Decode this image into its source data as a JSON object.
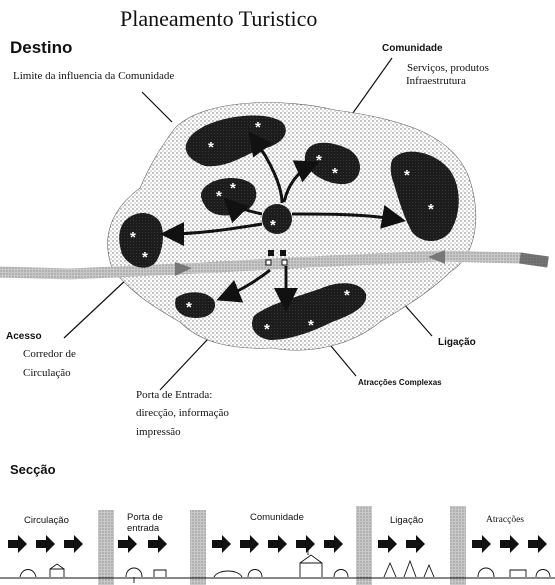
{
  "title": "Planeamento Turistico",
  "labels": {
    "destino": "Destino",
    "limite": "Limite da influencia da Comunidade",
    "comunidade": "Comunidade",
    "servicos": "Serviços, produtos",
    "infraestrutura": "Infraestrutura",
    "acesso": "Acesso",
    "corredor_line1": "Corredor de",
    "corredor_line2": "Circulação",
    "ligacao": "Ligação",
    "atraccoes_complexas": "Atracções Complexas",
    "porta_line1": "Porta de Entrada:",
    "porta_line2": "direcção, informação",
    "porta_line3": "impressão"
  },
  "section": {
    "title": "Secção",
    "zones": {
      "circulacao": "Circulação",
      "porta_line1": "Porta de",
      "porta_line2": "entrada",
      "comunidade": "Comunidade",
      "ligacao": "Ligação",
      "atraccoes": "Atracções"
    }
  },
  "colors": {
    "stipple": "#9a9a9a",
    "blob": "#1c1c1c",
    "corridor": "#8a8a8a"
  },
  "icons": [
    "asterisk-icon",
    "arrow-icon",
    "tree-icon",
    "house-icon"
  ]
}
